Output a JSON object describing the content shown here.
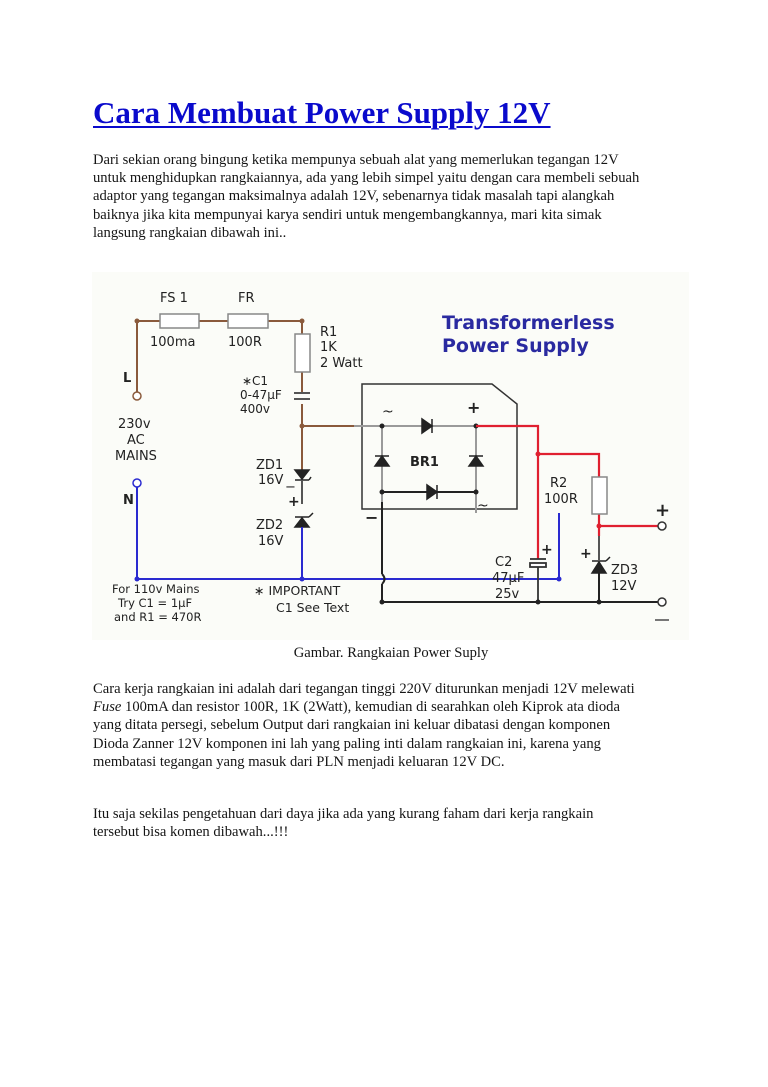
{
  "document": {
    "title": "Cara Membuat Power Supply 12V",
    "intro_lines": [
      "Dari sekian orang bingung ketika mempunya sebuah alat yang memerlukan tegangan 12V",
      "untuk menghidupkan rangkaiannya, ada yang lebih simpel yaitu dengan cara membeli sebuah",
      "adaptor yang tegangan maksimalnya adalah 12V, sebenarnya tidak masalah tapi alangkah",
      "baiknya jika kita mempunyai karya sendiri untuk mengembangkannya, mari kita simak",
      "langsung rangkaian dibawah ini.."
    ],
    "figure": {
      "heading_line1": "Transformerless",
      "heading_line2": "Power Supply",
      "labels": {
        "fs1": "FS 1",
        "fs1_value": "100ma",
        "fr": "FR",
        "fr_value": "100R",
        "r1": "R1",
        "r1_value": "1K",
        "r1_power": "2 Watt",
        "c1": "∗C1",
        "c1_value": "0-47µF",
        "c1_voltage": "400v",
        "live": "L",
        "mains_voltage": "230v",
        "mains_ac": "AC",
        "mains_label": "MAINS",
        "neutral": "N",
        "zd1": "ZD1",
        "zd1_value": "16V",
        "zd2": "ZD2",
        "zd2_value": "16V",
        "br1": "BR1",
        "r2": "R2",
        "r2_value": "100R",
        "c2": "C2",
        "c2_value": "47µF",
        "c2_voltage": "25v",
        "zd3": "ZD3",
        "zd3_value": "12V",
        "plus": "+",
        "minus": "−",
        "ac_symbol": "~",
        "note_110_line1": "For 110v Mains",
        "note_110_line2": "Try C1 = 1µF",
        "note_110_line3": "and R1 = 470R",
        "important_line1": "∗  IMPORTANT",
        "important_line2": "C1 See Text"
      },
      "colors": {
        "heading": "#2a2aa0",
        "wire_live": "#8a5a3c",
        "wire_neutral": "#2a2ad0",
        "wire_positive": "#e02030",
        "wire_ground": "#222222",
        "bridge_wire": "#9a9a9a"
      }
    },
    "caption": "Gambar. Rangkaian Power Suply",
    "body_lines": [
      {
        "italic": "",
        "text": "Cara kerja rangkaian ini adalah dari tegangan tinggi 220V diturunkan menjadi 12V melewati"
      },
      {
        "italic": "Fuse",
        "text": " 100mA dan resistor 100R, 1K (2Watt), kemudian di searahkan oleh Kiprok ata dioda"
      },
      {
        "italic": "",
        "text": "yang ditata persegi, sebelum Output dari rangkaian ini keluar dibatasi dengan komponen"
      },
      {
        "italic": "",
        "text": "Dioda Zanner 12V komponen ini lah yang paling inti dalam rangkaian ini, karena yang"
      },
      {
        "italic": "",
        "text": "membatasi tegangan yang masuk dari PLN menjadi keluaran 12V DC."
      }
    ],
    "closing_lines": [
      "Itu saja sekilas pengetahuan dari daya jika ada yang kurang faham dari kerja rangkain",
      "tersebut bisa komen dibawah...!!!"
    ]
  }
}
